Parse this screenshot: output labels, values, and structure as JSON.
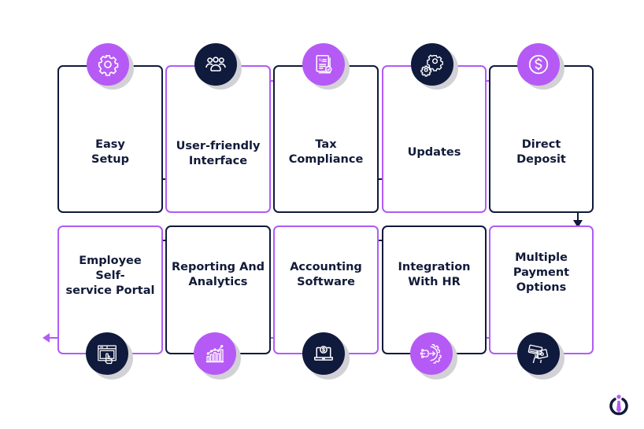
{
  "diagram": {
    "title": "",
    "colors": {
      "navy": "#101a3a",
      "purple": "#b05cf5",
      "shadow": "#d2d2d6"
    },
    "steps": [
      {
        "label": "Easy Setup",
        "lines": [
          "Easy",
          "Setup"
        ],
        "icon": "gear-icon",
        "theme": "navy-border-purple-icon"
      },
      {
        "label": "User-friendly Interface",
        "lines": [
          "User-friendly",
          "Interface"
        ],
        "icon": "users-group-icon",
        "theme": "purple-border-navy-icon"
      },
      {
        "label": "Tax Compliance",
        "lines": [
          "Tax",
          "Compliance"
        ],
        "icon": "tax-document-icon",
        "theme": "navy-border-purple-icon"
      },
      {
        "label": "Updates",
        "lines": [
          "Updates"
        ],
        "icon": "gears-icon",
        "theme": "purple-border-navy-icon"
      },
      {
        "label": "Direct Deposit",
        "lines": [
          "Direct",
          "Deposit"
        ],
        "icon": "dollar-coin-icon",
        "theme": "navy-border-purple-icon"
      },
      {
        "label": "Multiple Payment Options",
        "lines": [
          "Multiple",
          "Payment",
          "Options"
        ],
        "icon": "card-cash-icon",
        "theme": "purple-border-navy-icon"
      },
      {
        "label": "Integration With HR",
        "lines": [
          "Integration",
          "With HR"
        ],
        "icon": "integration-gear-icon",
        "theme": "navy-border-purple-icon"
      },
      {
        "label": "Accounting Software",
        "lines": [
          "Accounting",
          "Software"
        ],
        "icon": "laptop-dollar-icon",
        "theme": "purple-border-navy-icon"
      },
      {
        "label": "Reporting And Analytics",
        "lines": [
          "Reporting And",
          "Analytics"
        ],
        "icon": "bar-chart-icon",
        "theme": "navy-border-purple-icon"
      },
      {
        "label": "Employee Self-service Portal",
        "lines": [
          "Employee",
          "Self-",
          "service Portal"
        ],
        "icon": "browser-click-icon",
        "theme": "purple-border-navy-icon"
      }
    ],
    "logo": "brand-logo-icon"
  }
}
